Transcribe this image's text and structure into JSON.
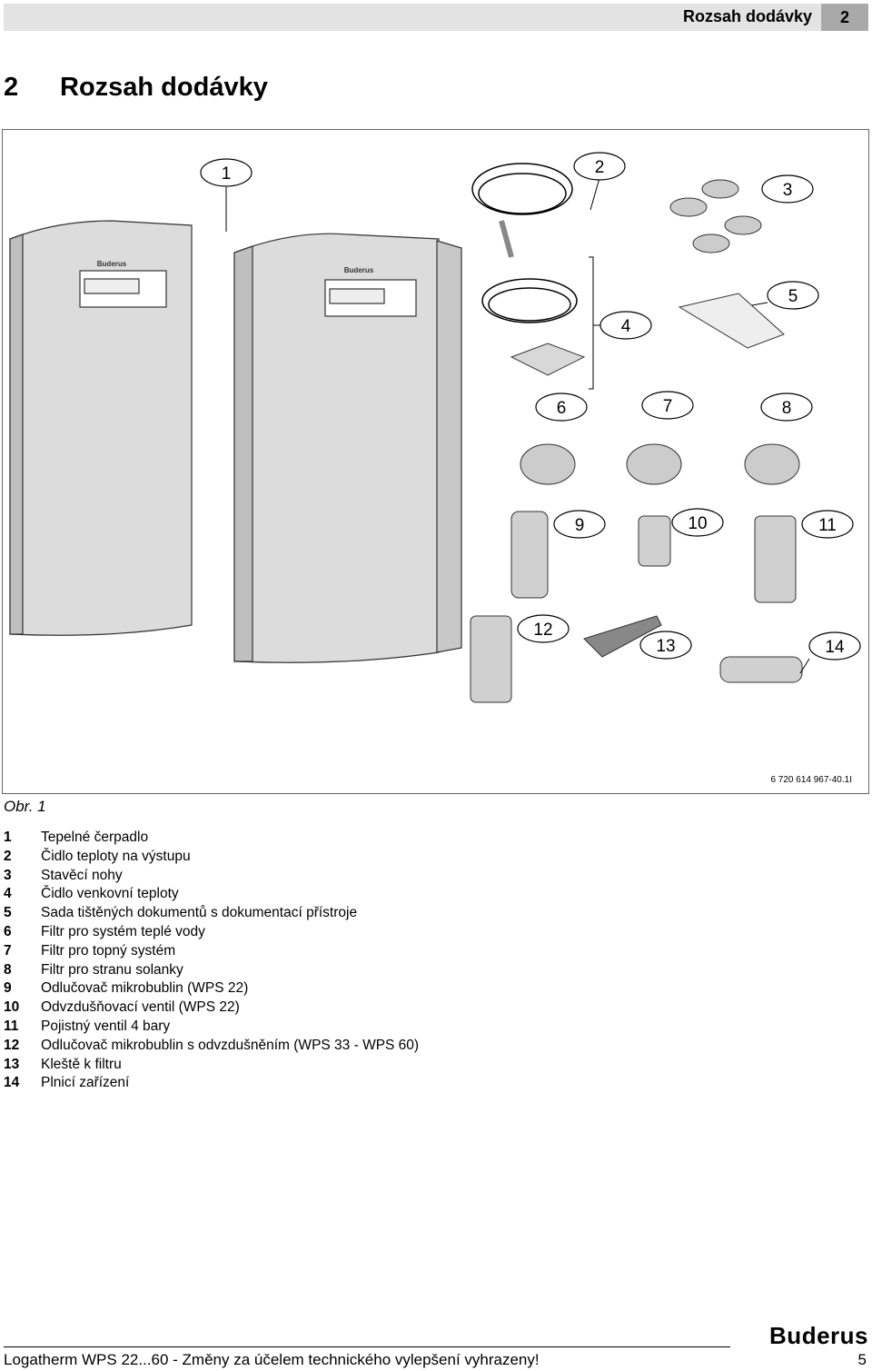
{
  "header": {
    "title": "Rozsah dodávky",
    "chapter": "2"
  },
  "section": {
    "number": "2",
    "title": "Rozsah dodávky"
  },
  "figure": {
    "id": "6 720 614 967-40.1I",
    "caption": "Obr. 1",
    "brand_on_unit": "Buderus",
    "callouts": [
      "1",
      "2",
      "3",
      "4",
      "5",
      "6",
      "7",
      "8",
      "9",
      "10",
      "11",
      "12",
      "13",
      "14"
    ]
  },
  "legend": [
    {
      "num": "1",
      "text": "Tepelné čerpadlo"
    },
    {
      "num": "2",
      "text": "Čidlo teploty na výstupu"
    },
    {
      "num": "3",
      "text": "Stavěcí nohy"
    },
    {
      "num": "4",
      "text": "Čidlo venkovní teploty"
    },
    {
      "num": "5",
      "text": "Sada tištěných dokumentů s dokumentací přístroje"
    },
    {
      "num": "6",
      "text": "Filtr pro systém teplé vody"
    },
    {
      "num": "7",
      "text": "Filtr pro topný systém"
    },
    {
      "num": "8",
      "text": "Filtr pro stranu solanky"
    },
    {
      "num": "9",
      "text": "Odlučovač mikrobublin (WPS 22)"
    },
    {
      "num": "10",
      "text": "Odvzdušňovací ventil (WPS 22)"
    },
    {
      "num": "11",
      "text": "Pojistný ventil 4 bary"
    },
    {
      "num": "12",
      "text": "Odlučovač mikrobublin s odvzdušněním (WPS 33 - WPS 60)"
    },
    {
      "num": "13",
      "text": "Kleště k filtru"
    },
    {
      "num": "14",
      "text": "Plnicí zařízení"
    }
  ],
  "footer": {
    "brand": "Buderus",
    "text": "Logatherm WPS 22...60 - Změny za účelem technického vylepšení vyhrazeny!",
    "page": "5"
  }
}
